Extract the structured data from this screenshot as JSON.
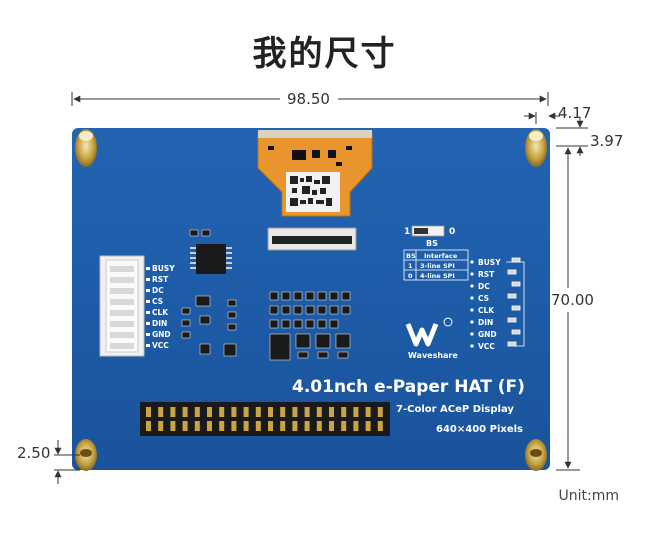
{
  "title": "我的尺寸",
  "dimensions": {
    "width": "98.50",
    "hole_offset_x": "4.17",
    "hole_offset_y": "3.97",
    "height": "70.00",
    "hole_offset_bottom": "2.50"
  },
  "unit_label": "Unit:mm",
  "board": {
    "product_title": "4.01nch e-Paper HAT (F)",
    "subtitle": "7-Color ACeP Display",
    "resolution": "640×400 Pixels",
    "brand": "Waveshare",
    "left_pins": [
      "BUSY",
      "RST",
      "DC",
      "CS",
      "CLK",
      "DIN",
      "GND",
      "VCC"
    ],
    "right_pins": [
      "BUSY",
      "RST",
      "DC",
      "CS",
      "CLK",
      "DIN",
      "GND",
      "VCC"
    ],
    "bs_label": "BS",
    "bs_values": [
      "1",
      "0"
    ],
    "bs_table": {
      "header": [
        "BS",
        "Interface"
      ],
      "rows": [
        [
          "1",
          "3-line SPI"
        ],
        [
          "0",
          "4-line SPI"
        ]
      ]
    }
  },
  "colors": {
    "pcb": "#1d5aa6",
    "pcb_dark": "#184c8d",
    "flex": "#e8952d",
    "header": "#1a1a1a",
    "gold": "#c9a544"
  }
}
